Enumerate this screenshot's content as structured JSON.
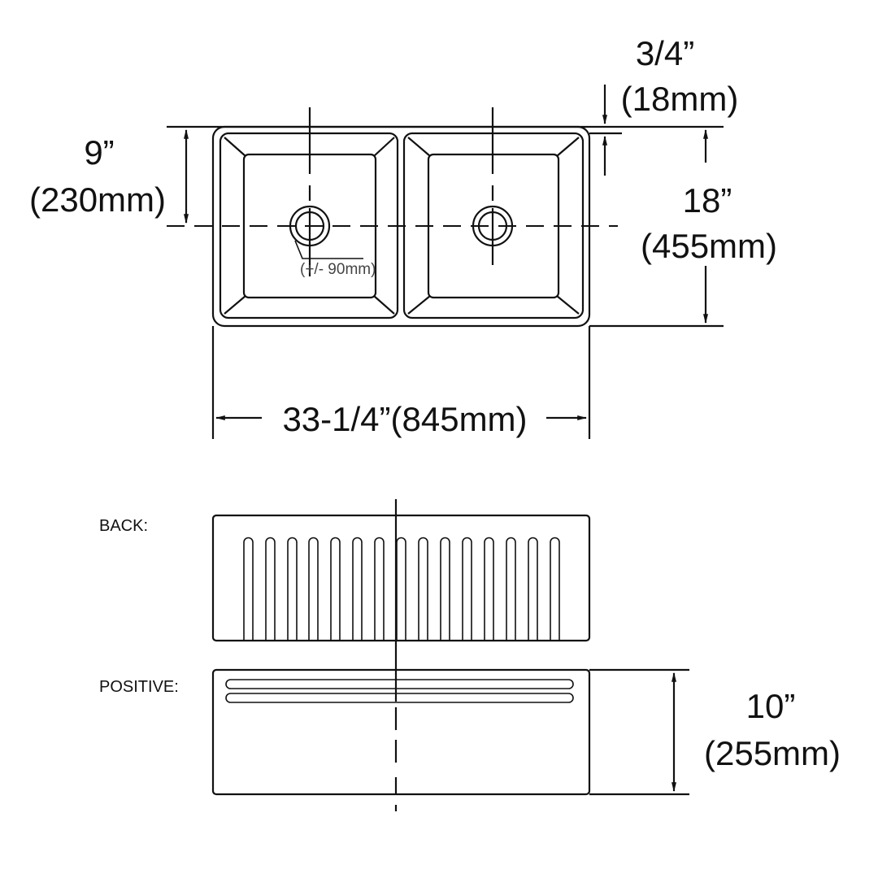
{
  "drawing": {
    "top_view": {
      "width_label": "33-1/4”(845mm)",
      "depth_label_in": "18”",
      "depth_label_mm": "(455mm)",
      "drain_offset_label_in": "9”",
      "drain_offset_label_mm": "(230mm)",
      "rim_label_in": "3/4”",
      "rim_label_mm": "(18mm)",
      "drain_tolerance_label": "(+/- 90mm)",
      "bowl_count": 2
    },
    "back_view": {
      "label": "BACK:",
      "flute_count": 15
    },
    "front_view": {
      "label": "POSITIVE:",
      "height_label_in": "10”",
      "height_label_mm": "(255mm)",
      "groove_count": 2
    },
    "colors": {
      "line": "#111111",
      "background": "#ffffff"
    }
  }
}
